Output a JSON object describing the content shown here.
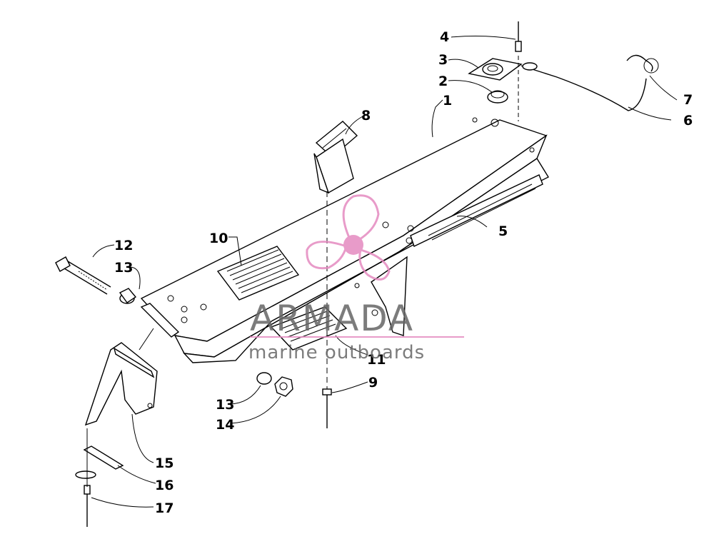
{
  "callouts": [
    "1",
    "2",
    "3",
    "4",
    "5",
    "6",
    "7",
    "8",
    "9",
    "10",
    "11",
    "12",
    "13",
    "13",
    "14",
    "15",
    "16",
    "17"
  ],
  "watermark": {
    "brand": "ARMADA",
    "tagline": "marine outboards",
    "color": "#e58ac0"
  }
}
